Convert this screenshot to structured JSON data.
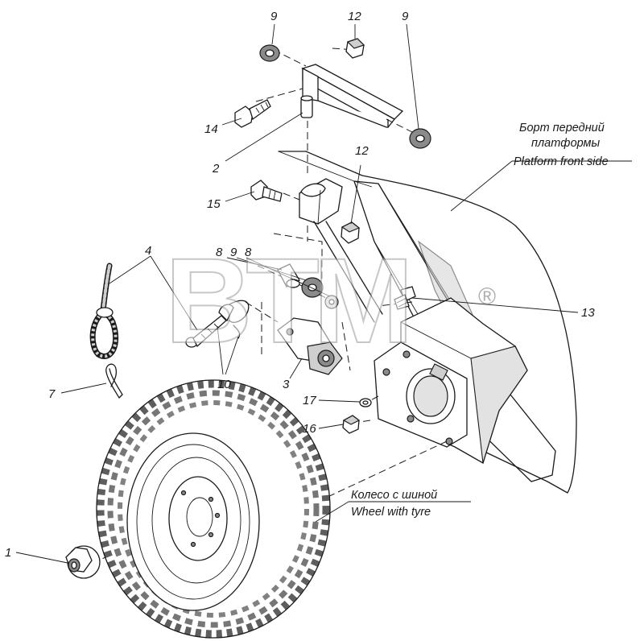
{
  "watermark": {
    "text": "BTM",
    "registered_mark": "®"
  },
  "callouts": {
    "c1": "1",
    "c2": "2",
    "c3": "3",
    "c4": "4",
    "c7": "7",
    "c8a": "8",
    "c9a": "9",
    "c8b": "8",
    "c9_top_left": "9",
    "c12_top": "12",
    "c9_top_right": "9",
    "c10": "10",
    "c12_mid": "12",
    "c13": "13",
    "c14": "14",
    "c15": "15",
    "c16": "16",
    "c17": "17"
  },
  "captions": {
    "platform_ru_line1": "Борт передний",
    "platform_ru_line2": "платформы",
    "platform_en": "Platform front side",
    "wheel_ru": "Колесо с шиной",
    "wheel_en": "Wheel with tyre"
  }
}
